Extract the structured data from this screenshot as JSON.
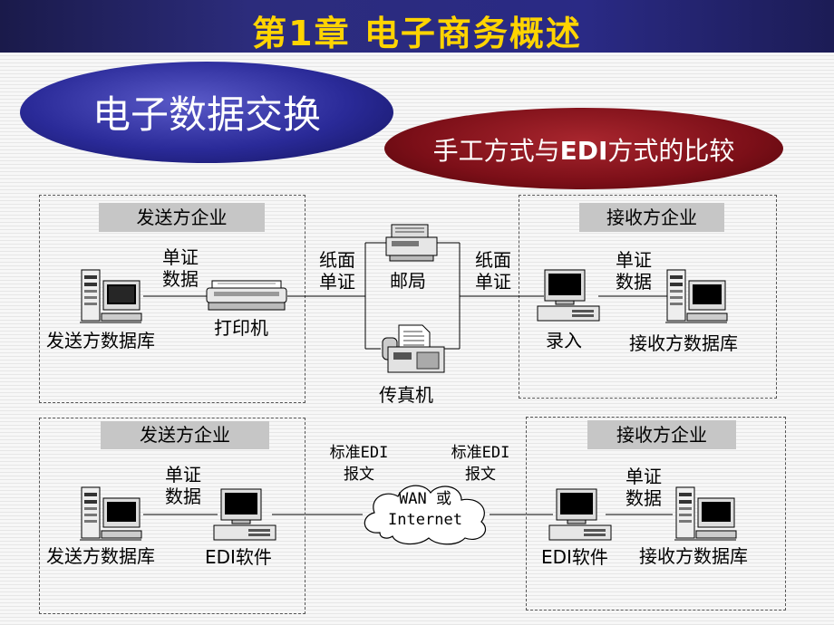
{
  "header": {
    "title": "第1章  电子商务概述"
  },
  "topic": {
    "title": "电子数据交换"
  },
  "subtopic": {
    "prefix": "手工方式与",
    "edi": "EDI",
    "suffix": "方式的比较"
  },
  "manual": {
    "sender_box": "发送方企业",
    "receiver_box": "接收方企业",
    "doc_data_left": [
      "单证",
      "数据"
    ],
    "printer": "打印机",
    "sender_db": "发送方数据库",
    "paper_doc_left": [
      "纸面",
      "单证"
    ],
    "post_office": "邮局",
    "fax": "传真机",
    "paper_doc_right": [
      "纸面",
      "单证"
    ],
    "entry": "录入",
    "doc_data_right": [
      "单证",
      "数据"
    ],
    "receiver_db": "接收方数据库"
  },
  "edi": {
    "sender_box": "发送方企业",
    "receiver_box": "接收方企业",
    "doc_data_left": [
      "单证",
      "数据"
    ],
    "sender_db": "发送方数据库",
    "edi_software_left": "EDI软件",
    "std_msg_left": [
      "标准EDI",
      "报文"
    ],
    "network": [
      "WAN 或",
      "Internet"
    ],
    "std_msg_right": [
      "标准EDI",
      "报文"
    ],
    "edi_software_right": "EDI软件",
    "doc_data_right": [
      "单证",
      "数据"
    ],
    "receiver_db": "接收方数据库"
  },
  "icons": [
    "server-computer-icon",
    "printer-icon",
    "post-office-printer-icon",
    "fax-icon",
    "desktop-computer-icon",
    "cloud-icon"
  ]
}
